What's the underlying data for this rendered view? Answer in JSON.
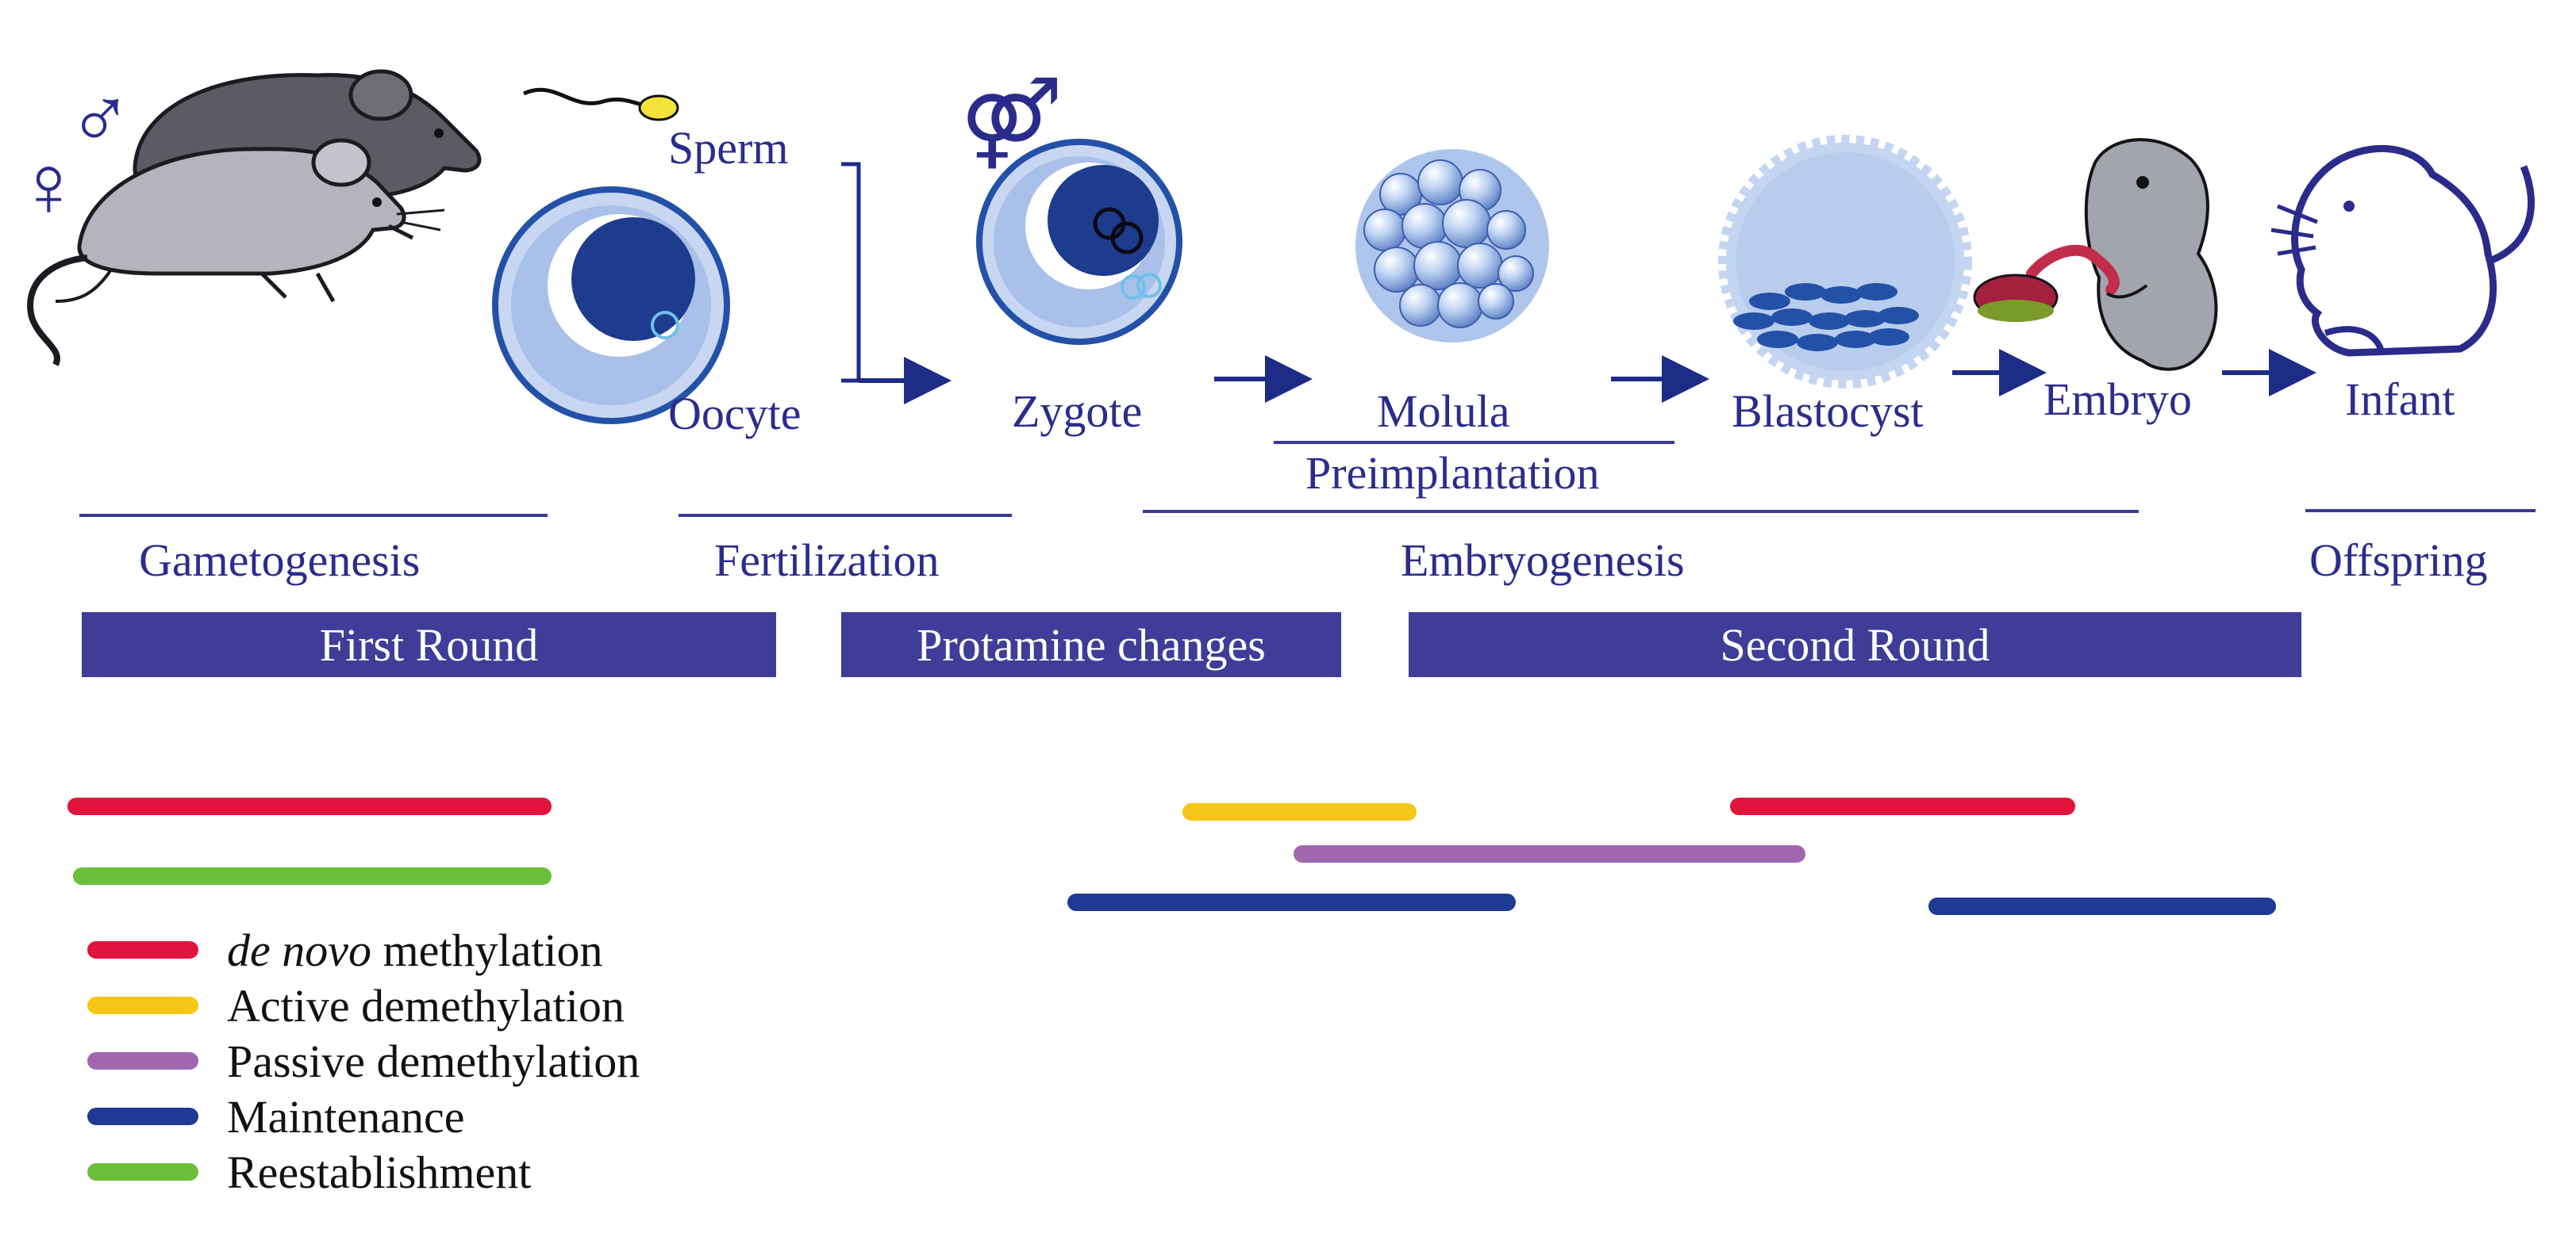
{
  "stages": {
    "sperm": "Sperm",
    "oocyte": "Oocyte",
    "zygote": "Zygote",
    "molula": "Molula",
    "preimplantation": "Preimplantation",
    "blastocyst": "Blastocyst",
    "embryo": "Embryo",
    "infant": "Infant"
  },
  "phases": {
    "gametogenesis": "Gametogenesis",
    "fertilization": "Fertilization",
    "embryogenesis": "Embryogenesis",
    "offspring": "Offspring"
  },
  "bands": {
    "first_round": "First Round",
    "protamine": "Protamine changes",
    "second_round": "Second Round"
  },
  "symbols": {
    "male": "♂",
    "female": "♀",
    "both": "⚤"
  },
  "legend": [
    {
      "key": "de_novo",
      "italic_part": "de novo",
      "text": " methylation",
      "color": "#e0143c"
    },
    {
      "key": "active",
      "italic_part": "",
      "text": "Active demethylation",
      "color": "#f5c518"
    },
    {
      "key": "passive",
      "italic_part": "",
      "text": "Passive demethylation",
      "color": "#a066b0"
    },
    {
      "key": "maintenance",
      "italic_part": "",
      "text": "Maintenance",
      "color": "#1f3a93"
    },
    {
      "key": "reestablishment",
      "italic_part": "",
      "text": "Reestablishment",
      "color": "#6cbf3a"
    }
  ],
  "icons": {
    "mice": "mouse-pair-icon",
    "sperm": "sperm-icon",
    "oocyte": "oocyte-icon",
    "zygote": "zygote-icon",
    "morula": "morula-icon",
    "blastocyst": "blastocyst-icon",
    "embryo": "embryo-icon",
    "infant": "infant-mouse-icon",
    "arrow": "arrow-right-icon"
  },
  "colors": {
    "text": "#2c2c8c",
    "band": "#3f3d97",
    "cell_outer": "#bcd0ef",
    "cell_nucleus": "#1d3c8e"
  }
}
